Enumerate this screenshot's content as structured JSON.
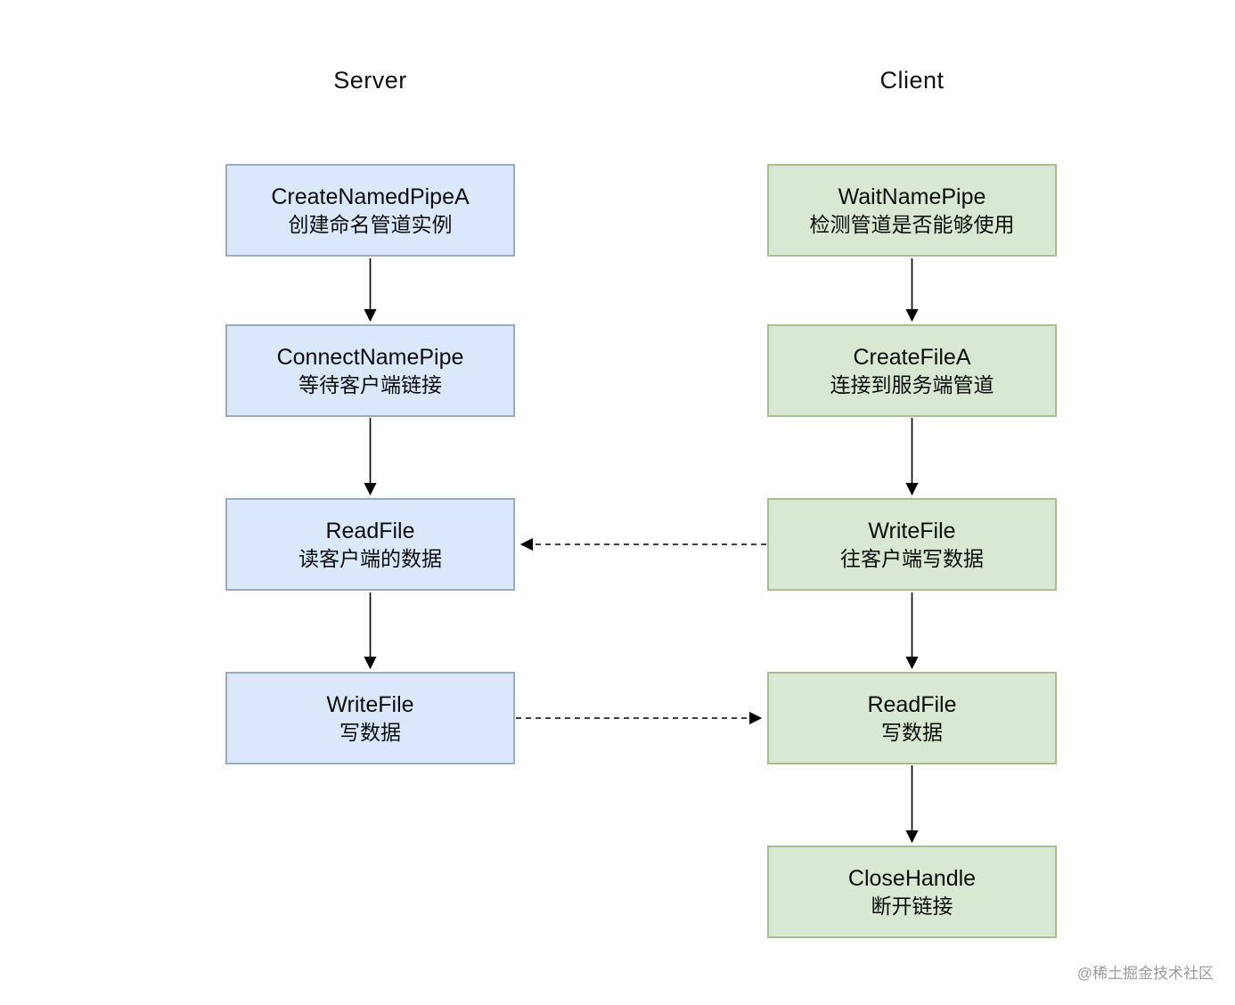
{
  "diagram": {
    "lanes": {
      "server_title": "Server",
      "client_title": "Client"
    },
    "server_nodes": [
      {
        "title": "CreateNamedPipeA",
        "subtitle": "创建命名管道实例"
      },
      {
        "title": "ConnectNamePipe",
        "subtitle": "等待客户端链接"
      },
      {
        "title": "ReadFile",
        "subtitle": "读客户端的数据"
      },
      {
        "title": "WriteFile",
        "subtitle": "写数据"
      }
    ],
    "client_nodes": [
      {
        "title": "WaitNamePipe",
        "subtitle": "检测管道是否能够使用"
      },
      {
        "title": "CreateFileA",
        "subtitle": "连接到服务端管道"
      },
      {
        "title": "WriteFile",
        "subtitle": "往客户端写数据"
      },
      {
        "title": "ReadFile",
        "subtitle": "写数据"
      },
      {
        "title": "CloseHandle",
        "subtitle": "断开链接"
      }
    ],
    "edges": [
      {
        "from": "server.CreateNamedPipeA",
        "to": "server.ConnectNamePipe",
        "style": "solid"
      },
      {
        "from": "server.ConnectNamePipe",
        "to": "server.ReadFile",
        "style": "solid"
      },
      {
        "from": "server.ReadFile",
        "to": "server.WriteFile",
        "style": "solid"
      },
      {
        "from": "client.WaitNamePipe",
        "to": "client.CreateFileA",
        "style": "solid"
      },
      {
        "from": "client.CreateFileA",
        "to": "client.WriteFile",
        "style": "solid"
      },
      {
        "from": "client.WriteFile",
        "to": "client.ReadFile",
        "style": "solid"
      },
      {
        "from": "client.ReadFile",
        "to": "client.CloseHandle",
        "style": "solid"
      },
      {
        "from": "client.WriteFile",
        "to": "server.ReadFile",
        "style": "dashed"
      },
      {
        "from": "server.WriteFile",
        "to": "client.ReadFile",
        "style": "dashed"
      }
    ],
    "colors": {
      "server_fill": "#dbe8fb",
      "server_border": "#97abc7",
      "client_fill": "#d9e8d2",
      "client_border": "#a9bd93",
      "arrow": "#000000",
      "watermark": "#9b9b9b",
      "background": "#ffffff"
    },
    "watermark": "@稀土掘金技术社区"
  }
}
